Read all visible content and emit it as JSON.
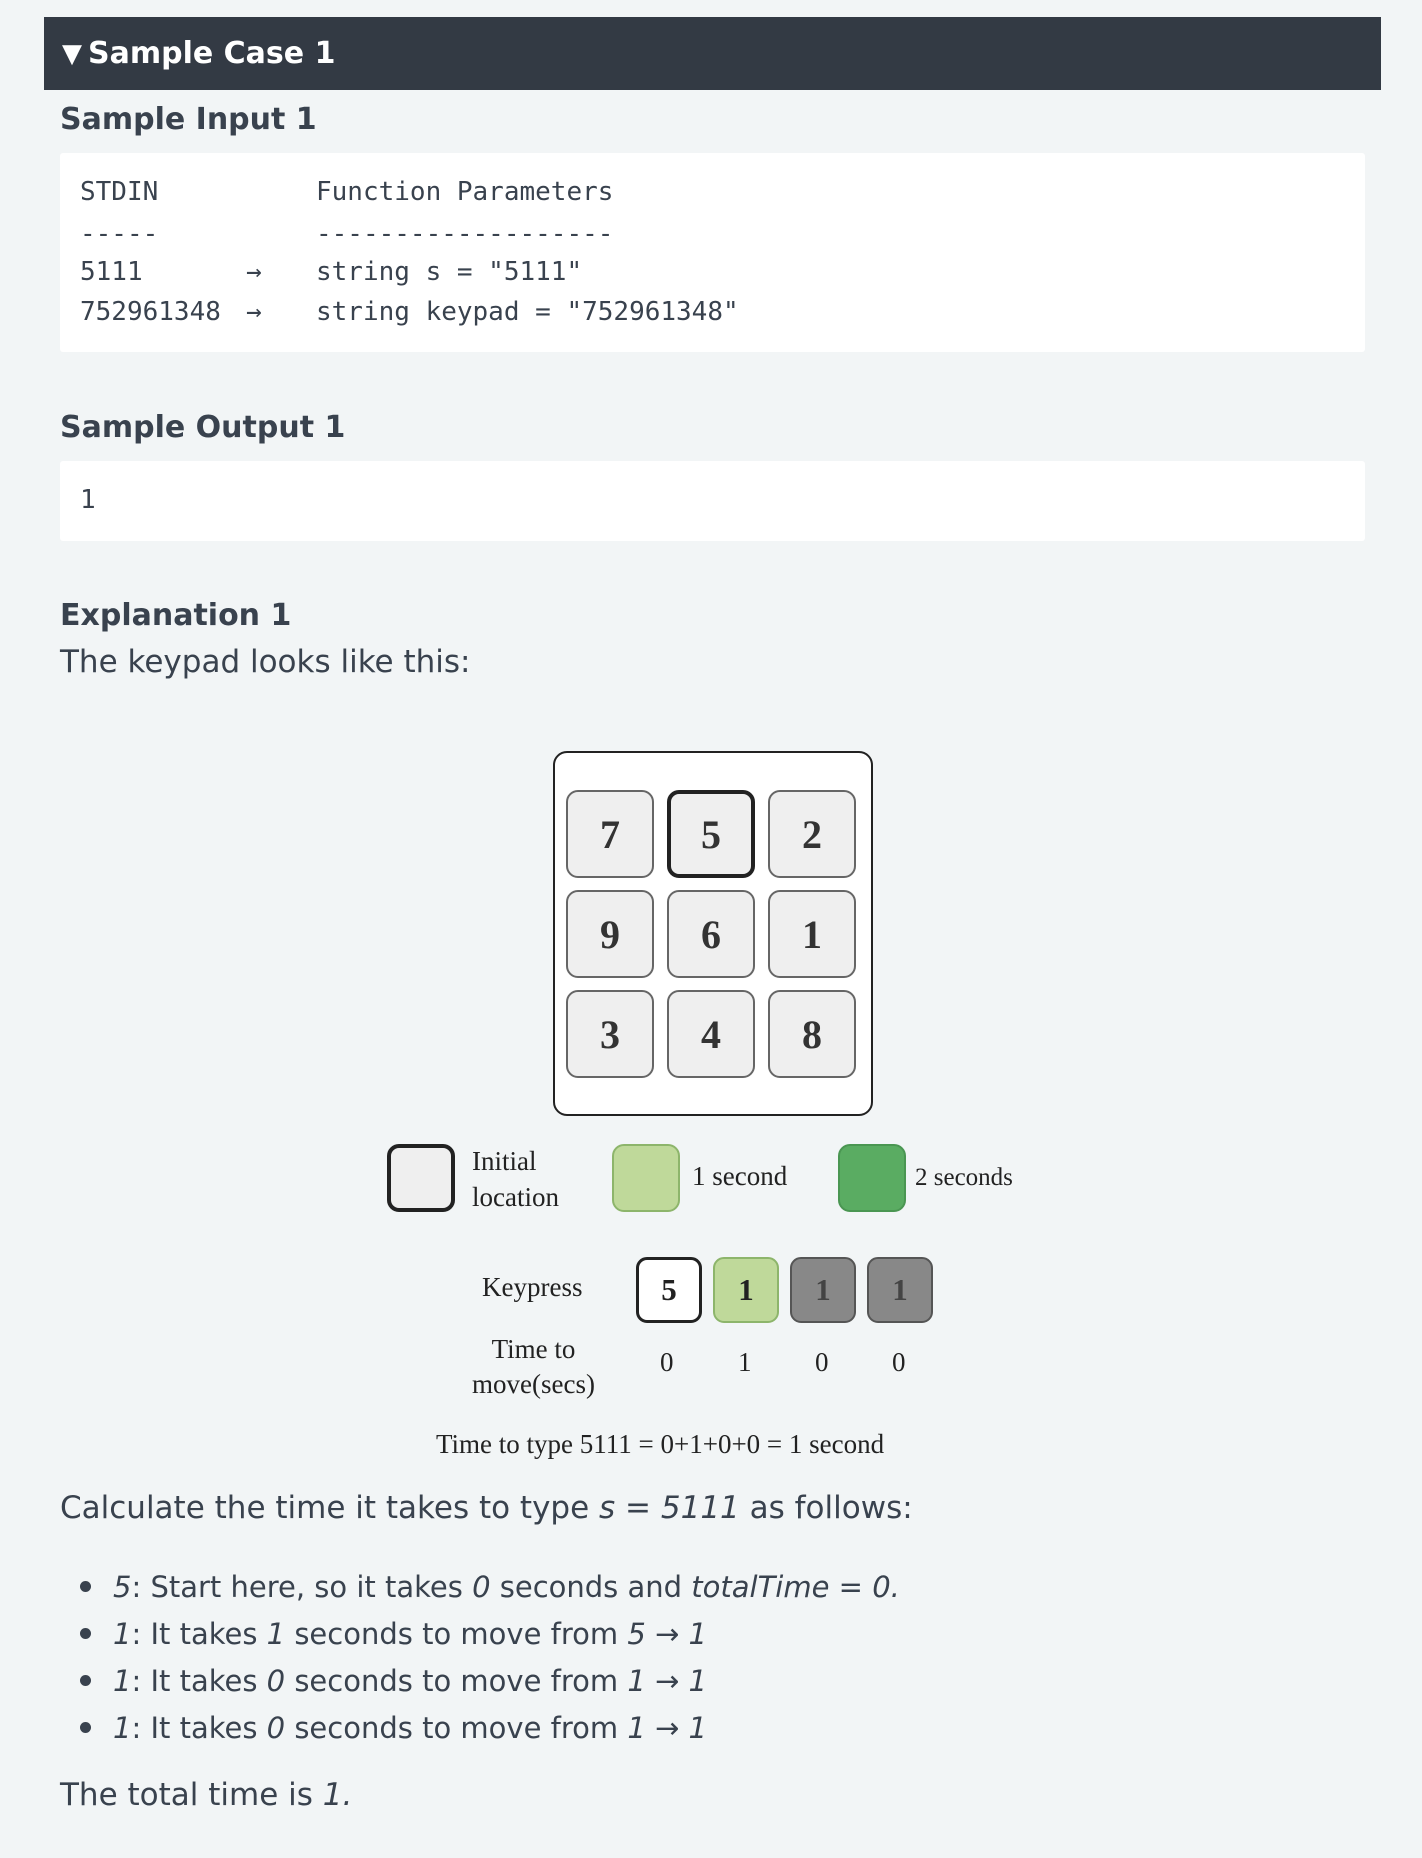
{
  "sample_case": {
    "toggle_icon": "triangle-down-icon",
    "title": "Sample Case 1"
  },
  "sample_input": {
    "heading": "Sample Input 1",
    "col1_header": "STDIN",
    "col2_header": "Function Parameters",
    "col1_rule": "-----",
    "col2_rule": "-------------------",
    "rows": [
      {
        "stdin": "5111",
        "arrow": "→",
        "param": "string s = \"5111\""
      },
      {
        "stdin": "752961348",
        "arrow": "→",
        "param": "string keypad = \"752961348\""
      }
    ]
  },
  "sample_output": {
    "heading": "Sample Output 1",
    "value": "1"
  },
  "explanation": {
    "heading": "Explanation 1",
    "intro": "The keypad looks like this:",
    "keypad": {
      "keys": [
        "7",
        "5",
        "2",
        "9",
        "6",
        "1",
        "3",
        "4",
        "8"
      ],
      "initial_key": "5"
    },
    "legend": {
      "initial_line1": "Initial",
      "initial_line2": "location",
      "one_second": "1 second",
      "two_seconds": "2 seconds",
      "colors": {
        "initial": "#efefef",
        "one_second": "#bfd99a",
        "two_seconds": "#5aac62",
        "zero": "#888888"
      }
    },
    "keypress_label": "Keypress",
    "time_label_line1": "Time to",
    "time_label_line2": "move(secs)",
    "keypresses": [
      "5",
      "1",
      "1",
      "1"
    ],
    "times": [
      "0",
      "1",
      "0",
      "0"
    ],
    "total_line": "Time to type 5111 = 0+1+0+0 = 1 second",
    "calc_prefix": "Calculate the time it takes to type ",
    "calc_expr": "s = 5111",
    "calc_suffix": " as follows:",
    "bullets": [
      {
        "key": "5",
        "text1": ": Start here, so it takes ",
        "num": "0",
        "text2": " seconds and ",
        "extra": "totalTime = 0."
      },
      {
        "key": "1",
        "text1": ": It takes ",
        "num": "1",
        "text2": " seconds to move from ",
        "extra": "5 → 1"
      },
      {
        "key": "1",
        "text1": ": It takes ",
        "num": "0",
        "text2": " seconds to move from ",
        "extra": "1 → 1"
      },
      {
        "key": "1",
        "text1": ": It takes ",
        "num": "0",
        "text2": " seconds to move from ",
        "extra": "1 → 1"
      }
    ],
    "total_prefix": "The total time is ",
    "total_value": "1."
  }
}
